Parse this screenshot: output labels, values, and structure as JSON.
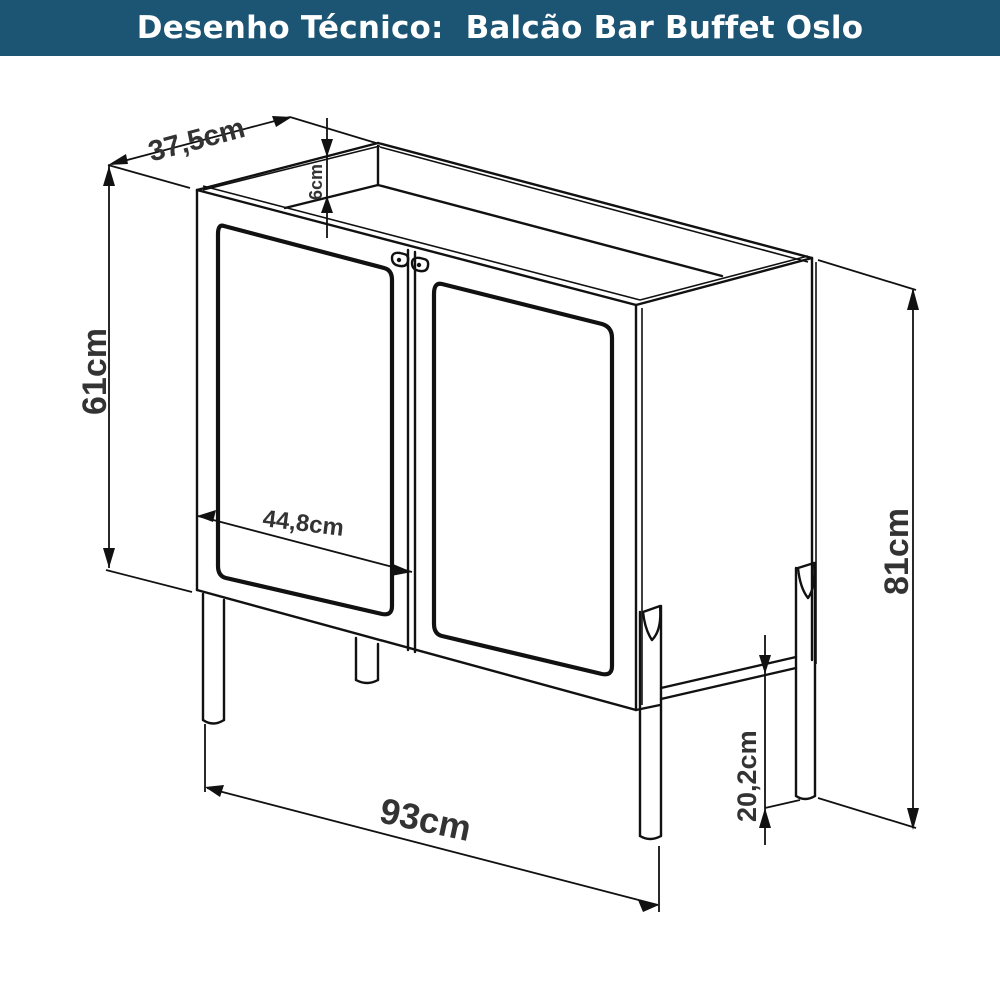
{
  "header": {
    "title": "Desenho Técnico:  Balcão Bar Buffet Oslo",
    "background_color": "#1c5474",
    "text_color": "#ffffff"
  },
  "drawing": {
    "subject": "Balcão Bar Buffet Oslo",
    "view": "isometric technical drawing",
    "line_color": "#111111",
    "label_color": "#333333",
    "dimensions": {
      "depth": "37,5cm",
      "top_rim": "6cm",
      "body_height": "61cm",
      "door_width": "44,8cm",
      "total_width": "93cm",
      "leg_height": "20,2cm",
      "total_height": "81cm"
    },
    "components": {
      "doors": 2,
      "handles": 2,
      "legs": 4,
      "leg_crossbar": 1
    }
  }
}
